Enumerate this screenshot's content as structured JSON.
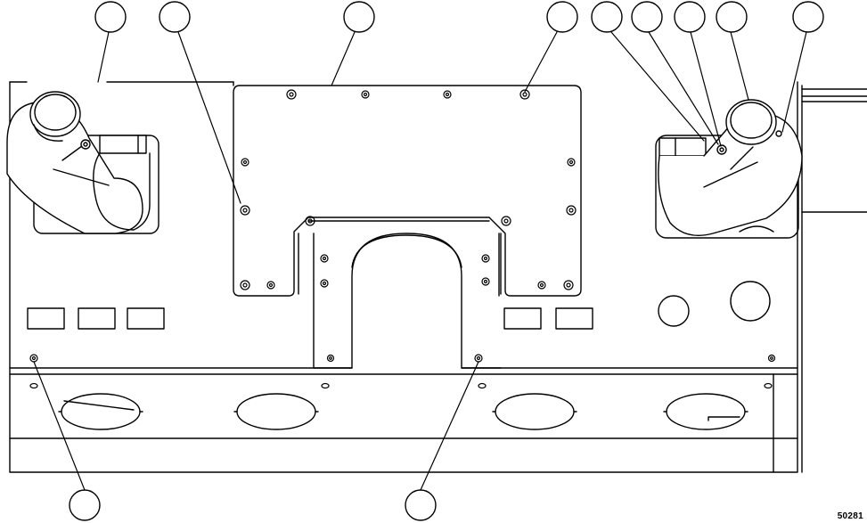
{
  "figure": {
    "id_label": "50281",
    "line_color": "#000000",
    "fill_color": "#ffffff"
  },
  "parts": {
    "main_panel": "panel",
    "cover_plate": "cover-plate",
    "left_elbow": "elbow-duct",
    "right_elbow": "elbow-duct",
    "rectangular_openings": 5,
    "round_openings": 2,
    "oval_cutouts": 4
  },
  "callouts": {
    "count": 11,
    "labels_printed": false
  }
}
